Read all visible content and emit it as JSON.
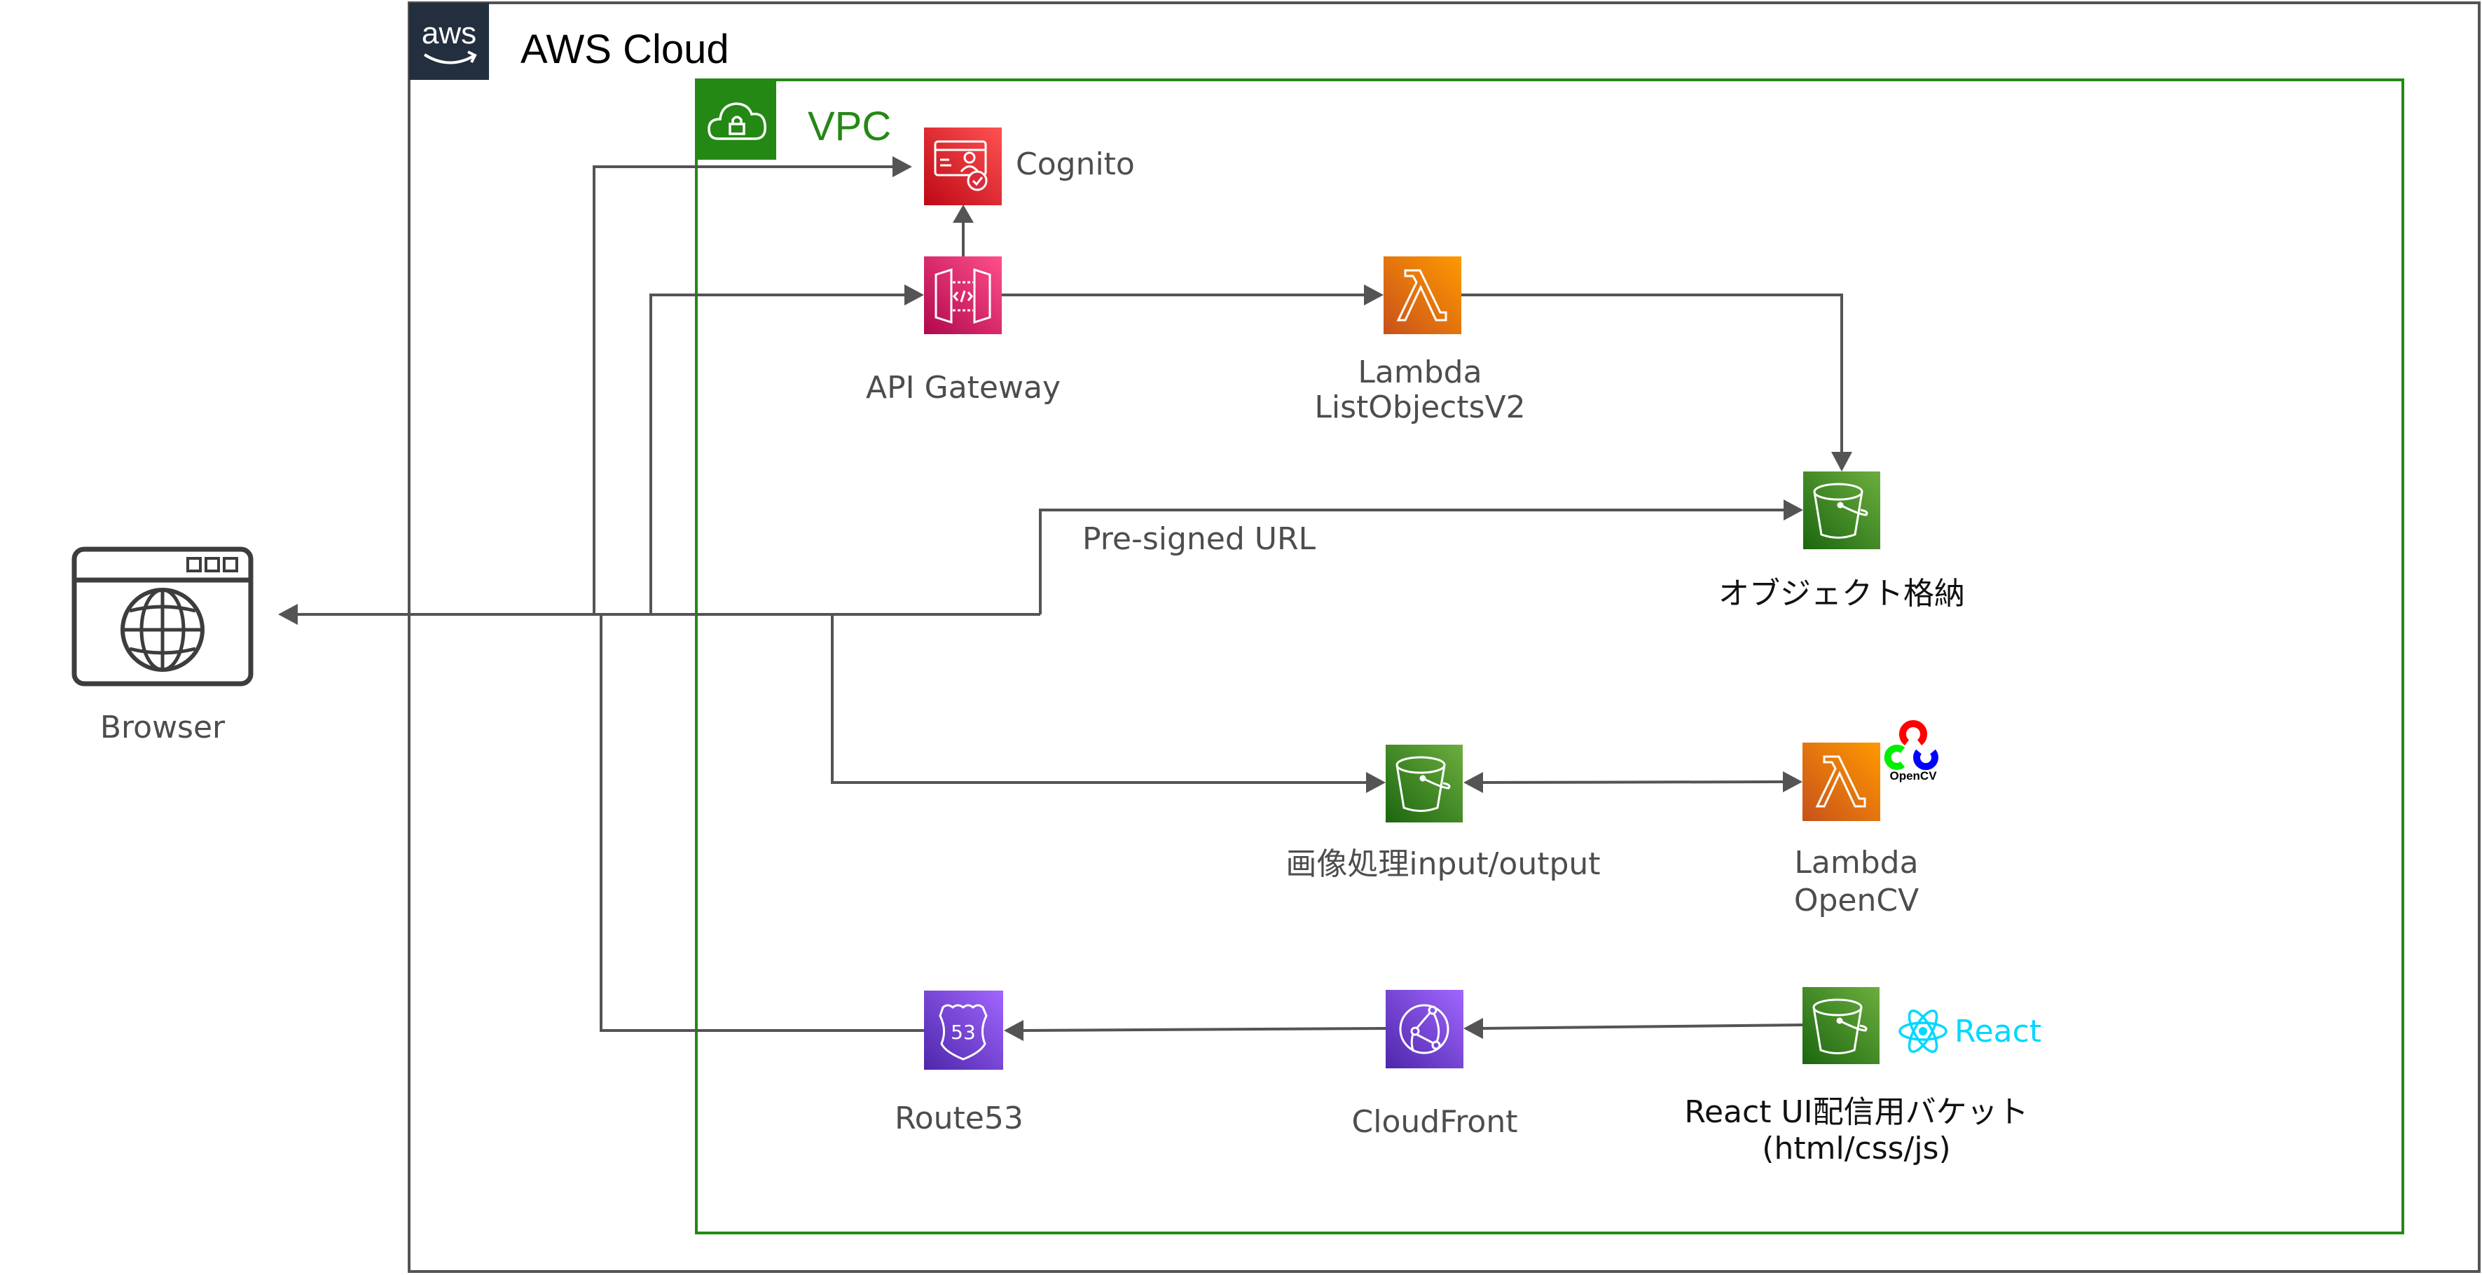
{
  "groups": {
    "aws_cloud": {
      "label": "AWS Cloud",
      "logo_text": "aws",
      "border_color": "#545454",
      "logo_bg": "#232f3e"
    },
    "vpc": {
      "label": "VPC",
      "color": "#248814"
    }
  },
  "nodes": {
    "browser": {
      "label": "Browser",
      "icon": "browser-globe-icon"
    },
    "cognito": {
      "label": "Cognito",
      "icon": "cognito-icon",
      "color": "#dd344c"
    },
    "api_gateway": {
      "label": "API Gateway",
      "icon": "api-gateway-icon",
      "color": "#e7157b"
    },
    "lambda_list": {
      "label_line1": "Lambda",
      "label_line2": "ListObjectsV2",
      "icon": "lambda-icon",
      "color": "#ed7100"
    },
    "s3_objects": {
      "label": "オブジェクト格納",
      "icon": "s3-bucket-icon",
      "color": "#3f8624"
    },
    "s3_image_io": {
      "label": "画像処理input/output",
      "icon": "s3-bucket-icon",
      "color": "#3f8624"
    },
    "lambda_opencv": {
      "label_line1": "Lambda",
      "label_line2": "OpenCV",
      "icon": "lambda-icon",
      "badge": "OpenCV",
      "color": "#ed7100"
    },
    "route53": {
      "label": "Route53",
      "icon": "route53-icon",
      "color": "#8c4fff",
      "icon_text": "53"
    },
    "cloudfront": {
      "label": "CloudFront",
      "icon": "cloudfront-icon",
      "color": "#8c4fff"
    },
    "s3_react": {
      "label_line1": "React UI配信用バケット",
      "label_line2": "(html/css/js)",
      "icon": "s3-bucket-icon",
      "badge": "React",
      "color": "#3f8624"
    }
  },
  "edges": [
    {
      "from": "browser",
      "to": "cognito"
    },
    {
      "from": "browser",
      "to": "api_gateway"
    },
    {
      "from": "api_gateway",
      "to": "cognito"
    },
    {
      "from": "api_gateway",
      "to": "lambda_list"
    },
    {
      "from": "lambda_list",
      "to": "s3_objects"
    },
    {
      "from": "browser",
      "to": "s3_objects",
      "label": "Pre-signed URL"
    },
    {
      "from": "browser",
      "to": "s3_image_io"
    },
    {
      "from": "s3_image_io",
      "to": "lambda_opencv",
      "bidirectional": true
    },
    {
      "from": "s3_react",
      "to": "cloudfront"
    },
    {
      "from": "cloudfront",
      "to": "route53"
    },
    {
      "from": "route53",
      "to": "browser"
    }
  ],
  "edge_labels": {
    "presigned": "Pre-signed URL"
  }
}
